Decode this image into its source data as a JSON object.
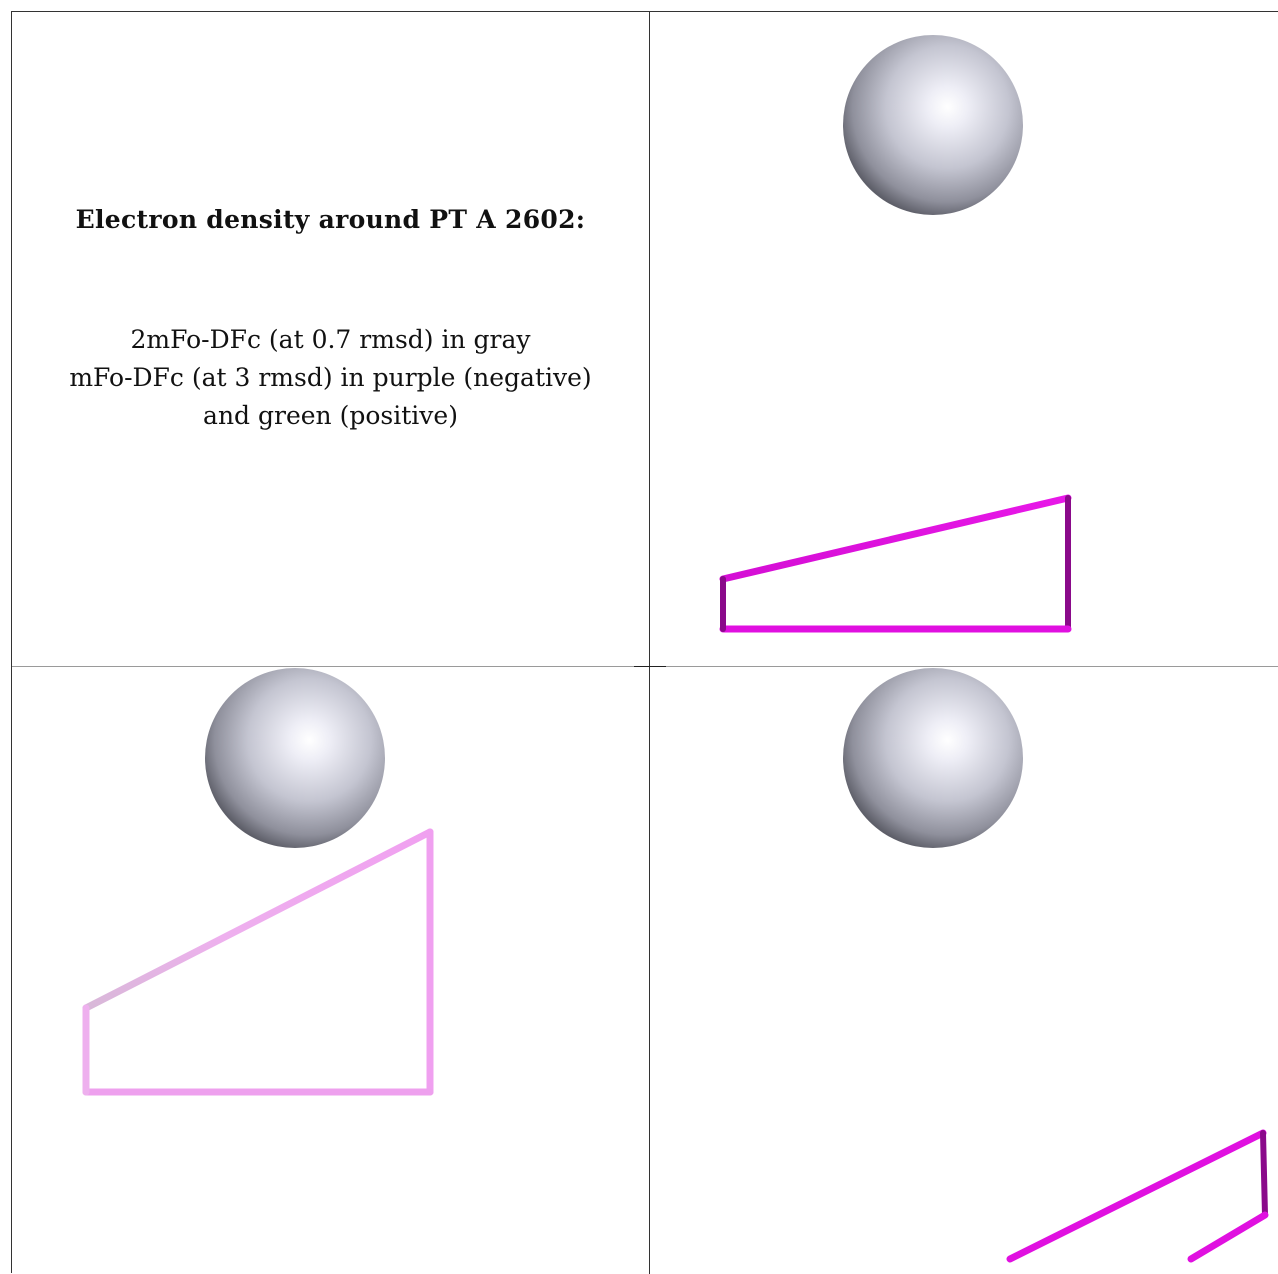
{
  "caption": {
    "title": "Electron density around PT A 2602:",
    "lines": [
      "2mFo-DFc (at 0.7 rmsd) in gray",
      "mFo-DFc (at 3 rmsd) in purple (negative)",
      "and green (positive)"
    ]
  },
  "colors": {
    "sphere": "#b8b9c6",
    "negative_density": "#e010e0",
    "negative_density_dark": "#8a0a8a",
    "negative_density_faded": "#eea0ee"
  }
}
